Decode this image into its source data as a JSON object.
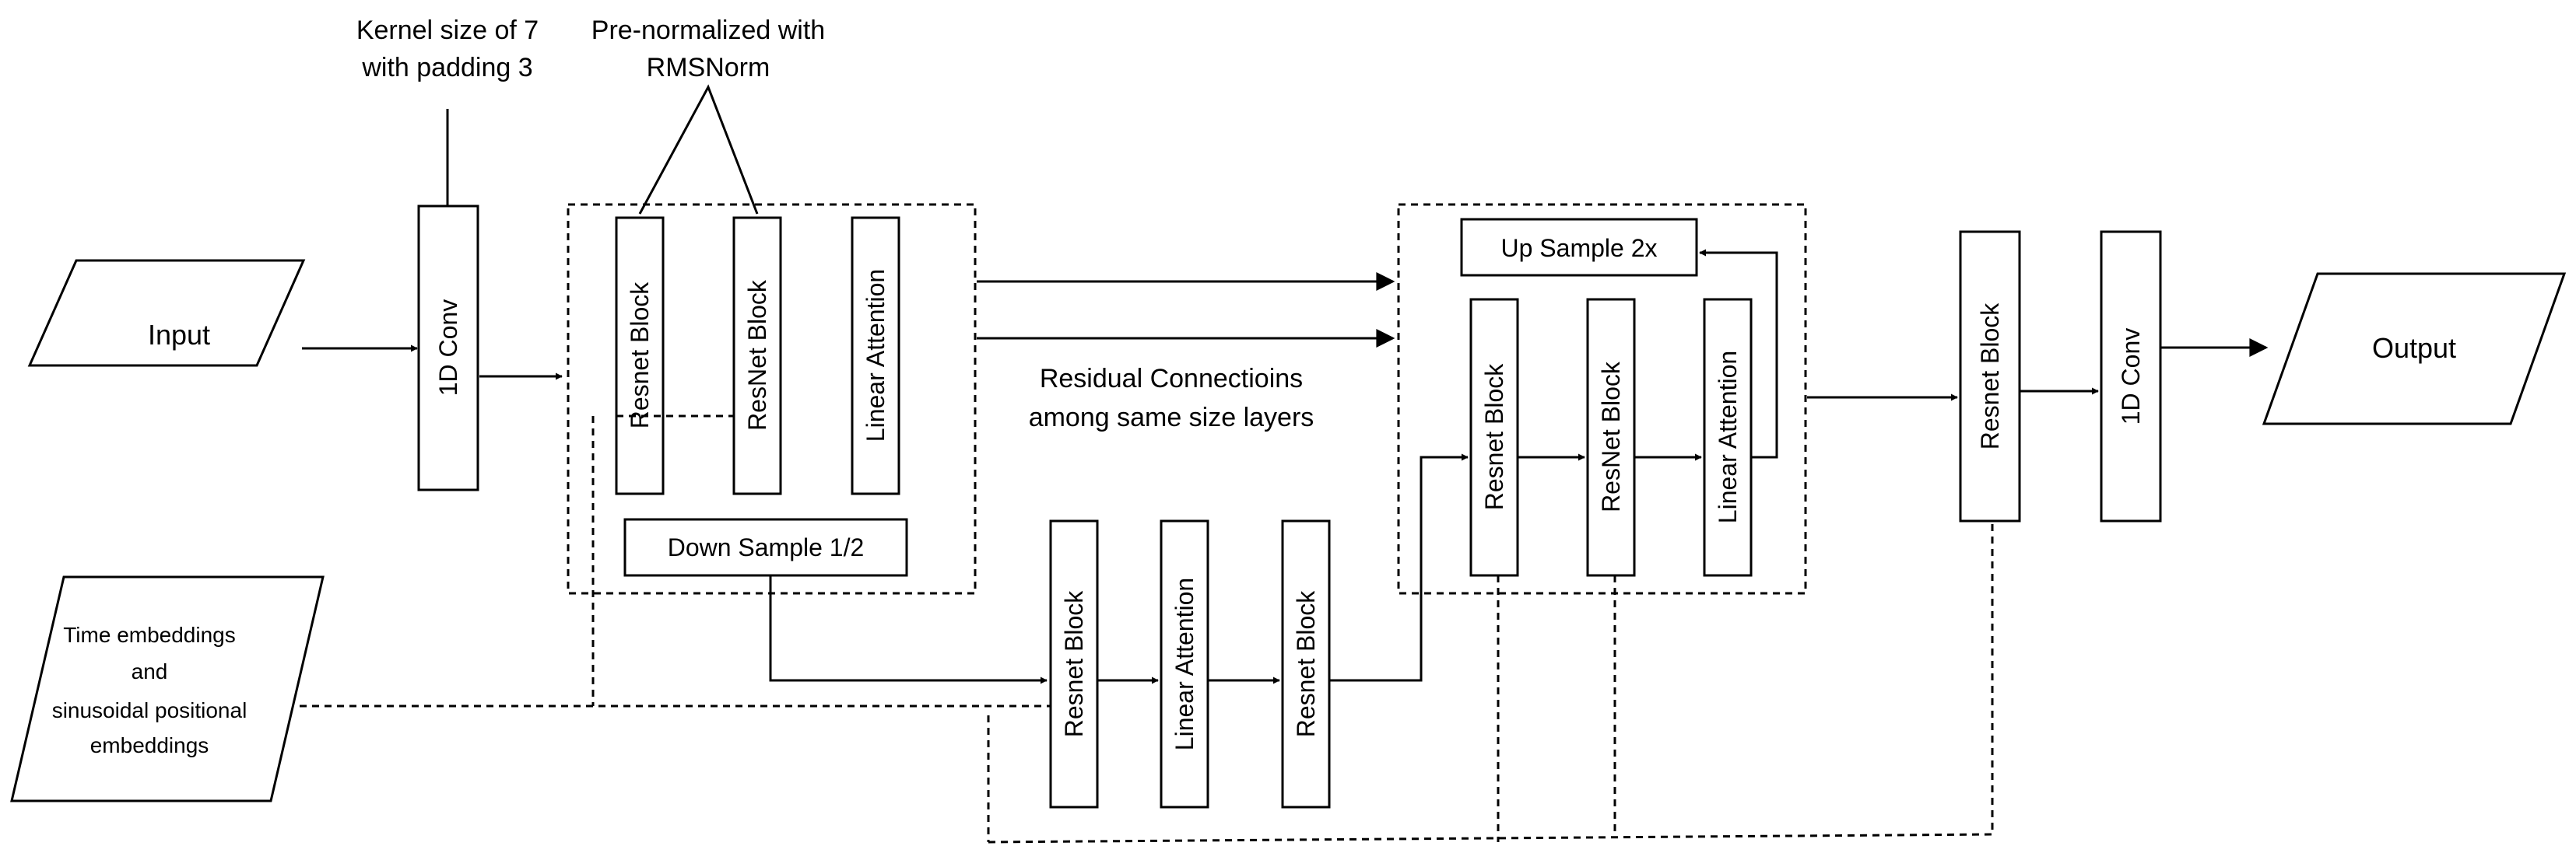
{
  "annotations": {
    "kernel_line1": "Kernel size of 7",
    "kernel_line2": "with padding 3",
    "prenorm_line1": "Pre-normalized with",
    "prenorm_line2": "RMSNorm",
    "residual_line1": "Residual Connectioins",
    "residual_line2": "among same size layers"
  },
  "inputs": {
    "input_label": "Input",
    "time_line1": "Time embeddings",
    "time_line2": "and",
    "time_line3": "sinusoidal positional",
    "time_line4": "embeddings"
  },
  "output": {
    "label": "Output"
  },
  "blocks": {
    "conv_in": "1D Conv",
    "enc_resnet1": "Resnet Block",
    "enc_resnet2": "ResNet Block",
    "enc_attention": "Linear Attention",
    "downsample": "Down Sample 1/2",
    "mid_resnet1": "Resnet Block",
    "mid_attention": "Linear Attention",
    "mid_resnet2": "Resnet Block",
    "upsample": "Up Sample 2x",
    "dec_resnet1": "Resnet Block",
    "dec_resnet2": "ResNet Block",
    "dec_attention": "Linear Attention",
    "final_resnet": "Resnet Block",
    "conv_out": "1D Conv"
  }
}
